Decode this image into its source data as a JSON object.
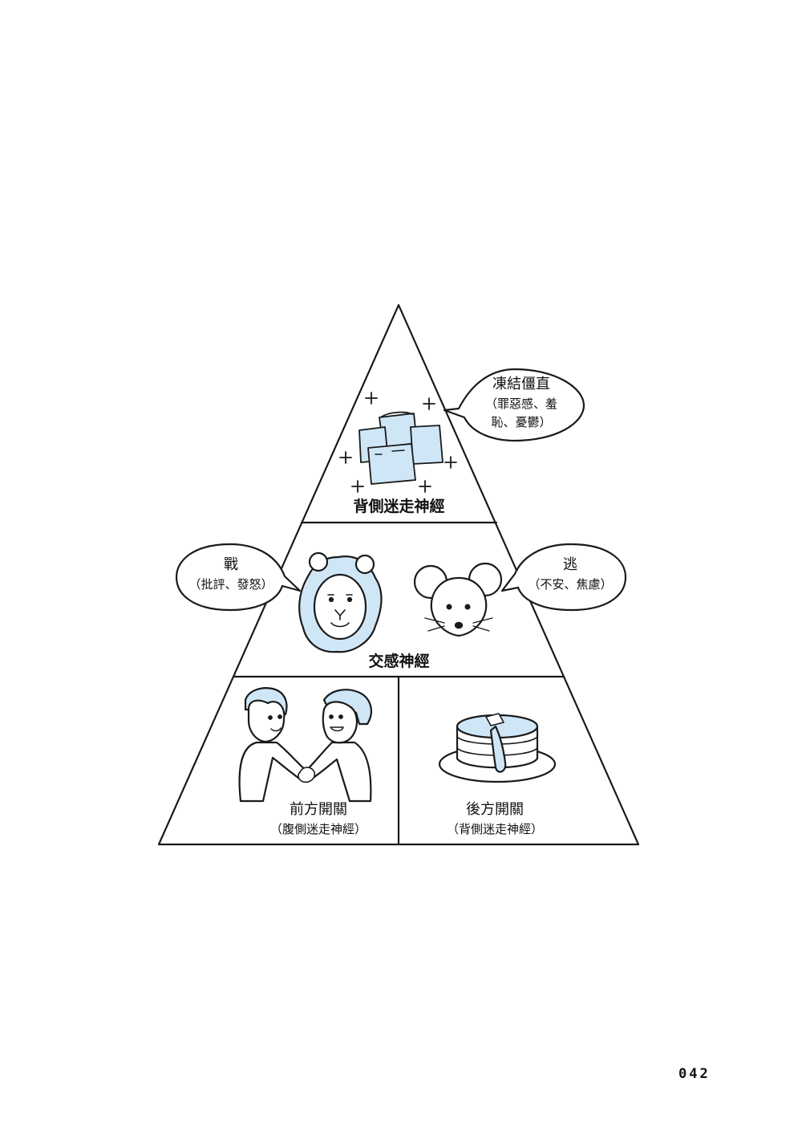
{
  "tiers": {
    "top": {
      "title": "背側迷走神經"
    },
    "middle": {
      "title": "交感神經"
    },
    "bottom_left": {
      "title": "前方開關",
      "subtitle": "（腹側迷走神經）"
    },
    "bottom_right": {
      "title": "後方開關",
      "subtitle": "（背側迷走神經）"
    }
  },
  "bubbles": {
    "freeze": {
      "title": "凍結僵直",
      "line1": "（罪惡感、羞",
      "line2": "恥、憂鬱）"
    },
    "fight": {
      "title": "戰",
      "detail": "（批評、發怒）"
    },
    "flight": {
      "title": "逃",
      "detail": "（不安、焦慮）"
    }
  },
  "icons": [
    "ice-cubes-icon",
    "lion-icon",
    "mouse-icon",
    "handshake-people-icon",
    "pancakes-icon"
  ],
  "colors": {
    "accent_blue": "#cfe6f7",
    "line": "#1a1a1a",
    "background": "#ffffff"
  },
  "page_number": "042"
}
